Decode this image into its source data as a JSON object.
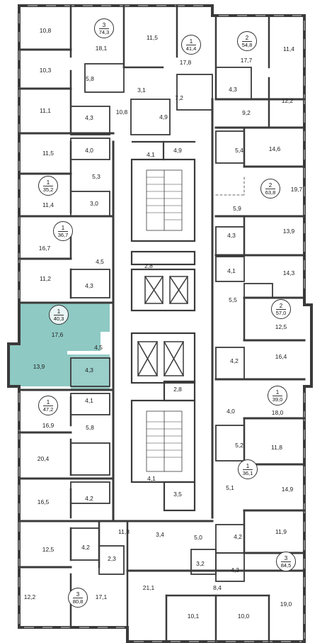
{
  "highlight_color": "#8ec9c3",
  "apartments": [
    {
      "rooms": "3",
      "total": "74,3"
    },
    {
      "rooms": "1",
      "total": "41,4"
    },
    {
      "rooms": "2",
      "total": "54,8"
    },
    {
      "rooms": "1",
      "total": "35,2"
    },
    {
      "rooms": "2",
      "total": "63,8"
    },
    {
      "rooms": "1",
      "total": "36,7"
    },
    {
      "rooms": "1",
      "total": "40,3",
      "highlighted": true
    },
    {
      "rooms": "2",
      "total": "57,0"
    },
    {
      "rooms": "1",
      "total": "47,2"
    },
    {
      "rooms": "1",
      "total": "39,0"
    },
    {
      "rooms": "1",
      "total": "36,1"
    },
    {
      "rooms": "3",
      "total": "80,8"
    },
    {
      "rooms": "3",
      "total": "84,5"
    }
  ],
  "room_areas": [
    "10,8",
    "18,1",
    "11,5",
    "17,8",
    "17,7",
    "11,4",
    "10,3",
    "5,8",
    "3,1",
    "7,2",
    "4,3",
    "12,2",
    "11,1",
    "10,8",
    "4,9",
    "9,2",
    "4,3",
    "4,0",
    "14,6",
    "11,5",
    "4,1",
    "4,9",
    "5,4",
    "19,7",
    "5,3",
    "11,4",
    "3,0",
    "5,9",
    "13,9",
    "16,7",
    "4,3",
    "4,5",
    "2,8",
    "4,1",
    "14,3",
    "11,2",
    "4,3",
    "5,5",
    "12,5",
    "17,6",
    "4,5",
    "16,4",
    "13,9",
    "4,3",
    "4,2",
    "4,1",
    "2,8",
    "4,0",
    "18,0",
    "16,9",
    "5,8",
    "5,2",
    "11,8",
    "20,4",
    "14,9",
    "16,5",
    "4,2",
    "4,1",
    "3,5",
    "5,1",
    "11,8",
    "3,4",
    "5,0",
    "4,2",
    "11,9",
    "12,5",
    "4,2",
    "2,3",
    "3,2",
    "4,3",
    "21,1",
    "8,4",
    "12,2",
    "17,1",
    "19,0",
    "10,1",
    "10,0"
  ]
}
